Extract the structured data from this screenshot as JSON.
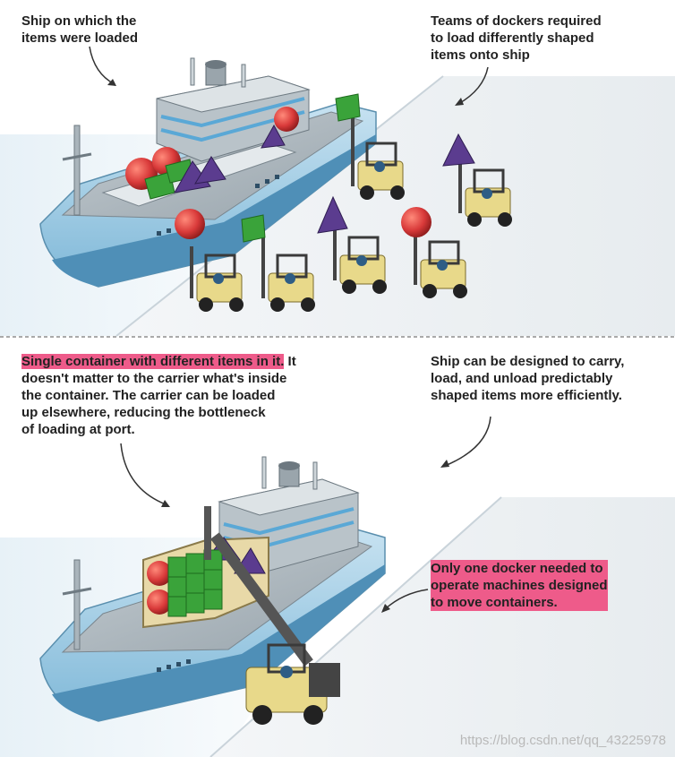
{
  "top": {
    "label_ship": "Ship on which the\nitems were loaded",
    "label_teams": "Teams of dockers required\nto load differently shaped\nitems onto ship"
  },
  "bottom": {
    "label_container_highlight": "Single container with different items in it.",
    "label_container_rest": " It\ndoesn't matter to the carrier what's inside\nthe container. The carrier can be loaded\nup elsewhere, reducing the bottleneck\nof loading at port.",
    "label_ship": "Ship can be designed to carry,\nload, and unload predictably\nshaped items more efficiently.",
    "label_docker": "Only one docker needed to\noperate machines designed\nto move containers."
  },
  "watermark": "https://blog.csdn.net/qq_43225978",
  "colors": {
    "highlight": "#ee5b8a",
    "hull": "#a9d3ea",
    "ship_gray": "#8d9aa3",
    "forklift": "#e8d98a",
    "green_box": "#3aa33a",
    "red_ball": "#d93a3a",
    "purple_item": "#5b3c8f"
  }
}
